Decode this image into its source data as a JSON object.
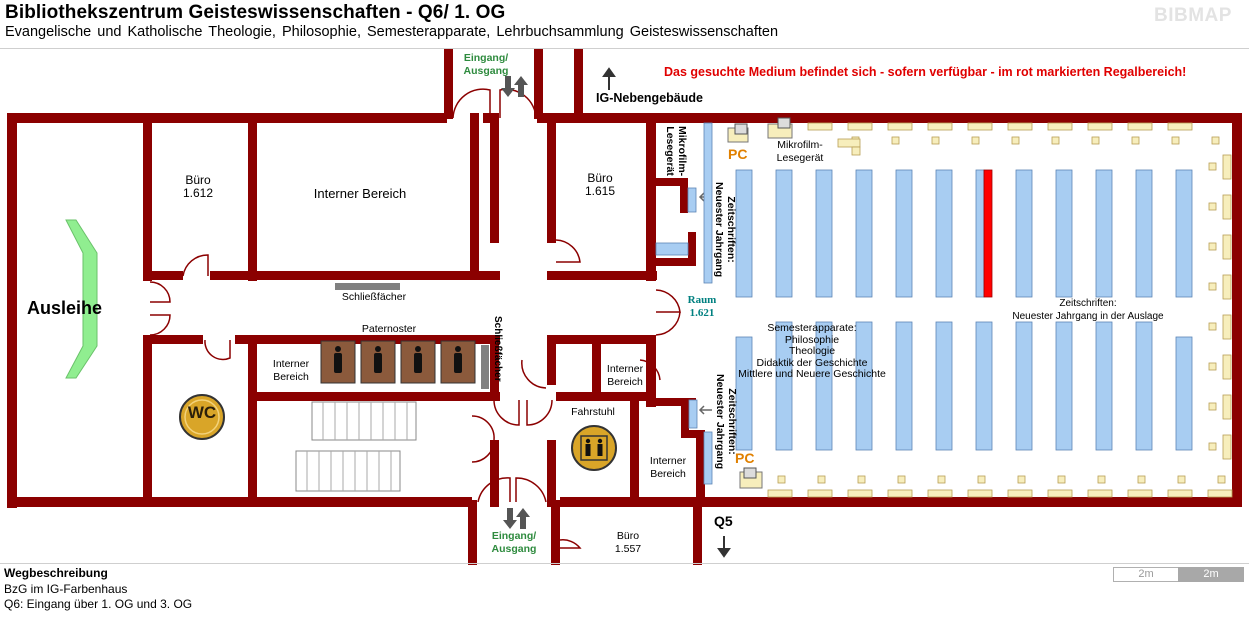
{
  "header": {
    "title": "Bibliothekszentrum Geisteswissenschaften - Q6/ 1. OG",
    "subtitle": "Evangelische und Katholische Theologie, Philosophie, Semesterapparate, Lehrbuchsammlung Geisteswissenschaften",
    "logo": "BIBMAP"
  },
  "notice": "Das gesuchte Medium befindet sich - sofern verfügbar -  im rot markierten Regalbereich!",
  "colors": {
    "wall": "#8b0000",
    "shelf": "#a8cdf2",
    "highlight_shelf": "#ff0000",
    "desk": "#f7eebc",
    "locker": "#808080",
    "paternoster": "#8b5a3c",
    "green_marker": "#90ee90",
    "text_red": "#e00000",
    "text_green": "#2e8b3e",
    "pc_orange": "#e08000",
    "raum_teal": "#008080"
  },
  "labels": {
    "entrance_top": "Eingang/\nAusgang",
    "ig_building": "IG-Nebengebäude",
    "office_1612": "Büro\n1.612",
    "internal_area_large": "Interner Bereich",
    "office_1615": "Büro\n1.615",
    "microfilm_rotated": "Mikrofilm-\nLesegerät",
    "pc_top": "PC",
    "microfilm_reader": "Mikrofilm-\nLesegerät",
    "journals_upper": "Zeitschriften:\nNeuester Jahrgang",
    "lending": "Ausleihe",
    "lockers_top": "Schließfächer",
    "raum": "Raum\n1.621",
    "journals_display": "Zeitschriften:\nNeuester Jahrgang in der Auslage",
    "paternoster": "Paternoster",
    "internal_area_left": "Interner\nBereich",
    "lockers_vertical": "Schließfächer",
    "internal_area_mid": "Interner\nBereich",
    "semester_list": "Semesterapparate:\nPhilosophie\nTheologie\nDidaktik der Geschichte\nMittlere und Neuere Geschichte",
    "journals_lower": "Zeitschriften:\nNeuester Jahrgang",
    "wc": "WC",
    "elevator": "Fahrstuhl",
    "internal_area_right": "Interner\nBereich",
    "pc_bottom": "PC",
    "entrance_bottom": "Eingang/\nAusgang",
    "office_1557": "Büro\n1.557",
    "q5": "Q5"
  },
  "shelves": {
    "upper_row_count": 12,
    "lower_row_count": 12,
    "highlighted_upper_index": 6
  },
  "footer": {
    "title": "Wegbeschreibung",
    "lines": [
      "BzG im IG-Farbenhaus",
      "Q6: Eingang über 1. OG und 3. OG"
    ],
    "scale_labels": [
      "2m",
      "2m"
    ]
  }
}
